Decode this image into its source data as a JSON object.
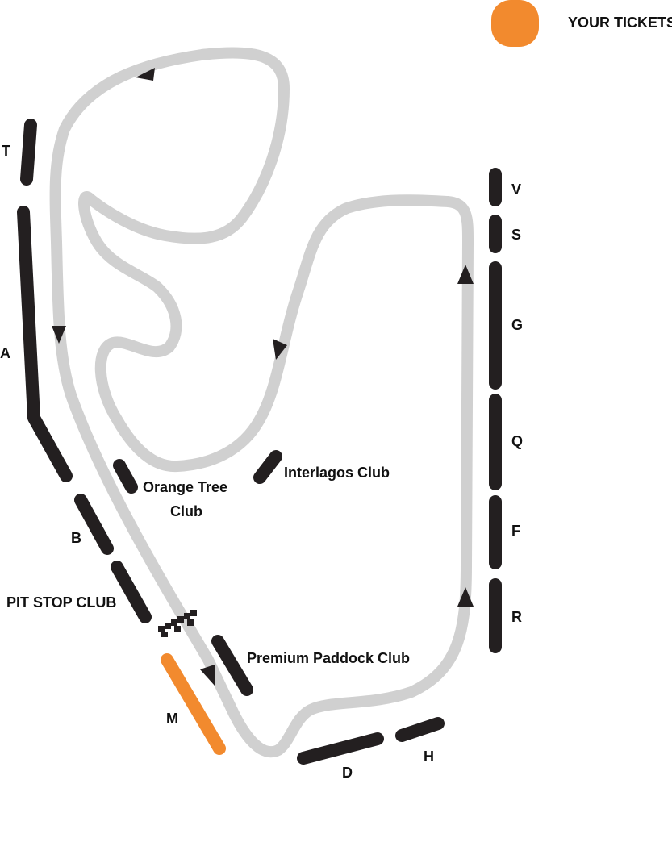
{
  "legend": {
    "label": "YOUR TICKETS",
    "color": "#F28A2E"
  },
  "colors": {
    "track": "#D0D0D0",
    "stand": "#231F20",
    "highlight": "#F28A2E",
    "arrow": "#231F20"
  },
  "stands": {
    "T": "T",
    "A": "A",
    "B": "B",
    "pit_stop_club": "PIT STOP CLUB",
    "M": "M",
    "premium_paddock_club": "Premium Paddock Club",
    "orange_tree_club_line1": "Orange Tree",
    "orange_tree_club_line2": "Club",
    "interlagos_club": "Interlagos Club",
    "D": "D",
    "H": "H",
    "V": "V",
    "S": "S",
    "G": "G",
    "Q": "Q",
    "F": "F",
    "R": "R"
  },
  "selected_stand": "M"
}
